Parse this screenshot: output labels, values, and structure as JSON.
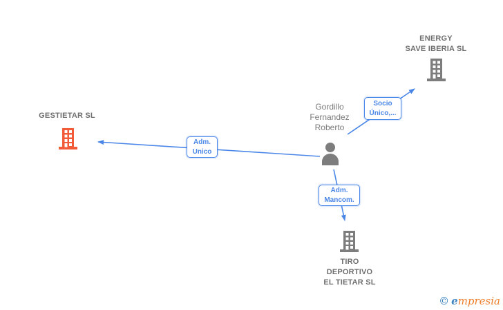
{
  "diagram_title": "corporate-relationships-chart",
  "companies": [
    {
      "id": "energy-save-iberia",
      "name_lines": [
        "ENERGY",
        "SAVE IBERIA SL"
      ],
      "icon": "building-icon",
      "icon_color": "#7d7d7d"
    },
    {
      "id": "gestietar",
      "name_lines": [
        "GESTIETAR SL"
      ],
      "icon": "building-icon",
      "icon_color": "#f25b3a"
    },
    {
      "id": "tiro-deportivo",
      "name_lines": [
        "TIRO",
        "DEPORTIVO",
        "EL TIETAR SL"
      ],
      "icon": "building-icon",
      "icon_color": "#7d7d7d"
    }
  ],
  "person": {
    "id": "gordillo-fernandez-roberto",
    "name_lines": [
      "Gordillo",
      "Fernandez",
      "Roberto"
    ],
    "icon": "person-icon",
    "icon_color": "#7d7d7d"
  },
  "relationships": [
    {
      "id": "socio-unico",
      "from": "person",
      "to": "energy-save-iberia",
      "label_lines": [
        "Socio",
        "Único,..."
      ]
    },
    {
      "id": "adm-unico",
      "from": "person",
      "to": "gestietar",
      "label_lines": [
        "Adm.",
        "Unico"
      ]
    },
    {
      "id": "adm-mancom",
      "from": "person",
      "to": "tiro-deportivo",
      "label_lines": [
        "Adm.",
        "Mancom."
      ]
    }
  ],
  "branding": {
    "copyright_symbol": "©",
    "logo_first_letter": "e",
    "logo_rest": "mpresia"
  },
  "colors": {
    "edge_blue": "#4a86e8",
    "company_text_gray": "#6e6e6e",
    "person_text_gray": "#7a7a7a",
    "icon_gray": "#7d7d7d",
    "accent_orange": "#f25b3a",
    "logo_blue": "#2f7cba",
    "logo_orange": "#ee7d28"
  }
}
